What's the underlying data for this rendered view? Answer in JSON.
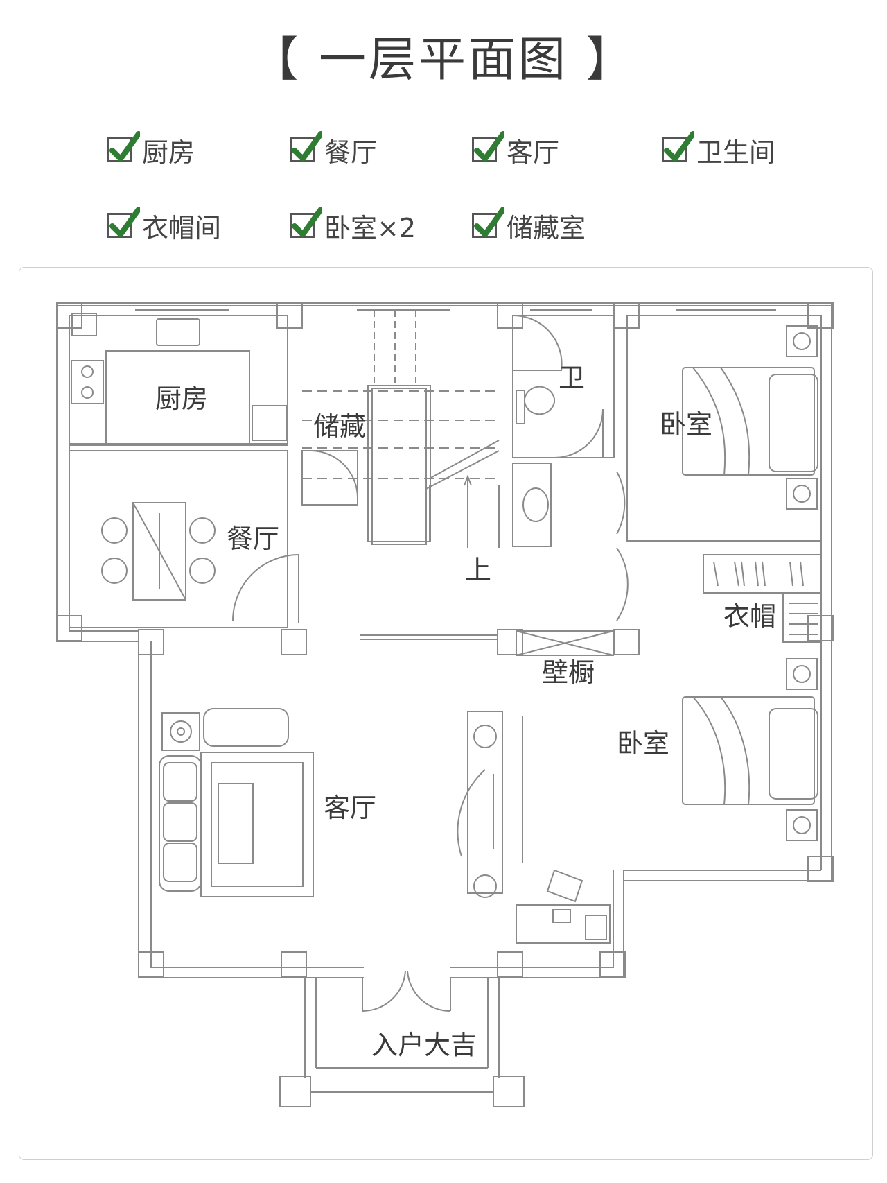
{
  "title": "【 一层平面图 】",
  "features": [
    {
      "label": "厨房",
      "icon": "checkmark-icon"
    },
    {
      "label": "餐厅",
      "icon": "checkmark-icon"
    },
    {
      "label": "客厅",
      "icon": "checkmark-icon"
    },
    {
      "label": "卫生间",
      "icon": "checkmark-icon"
    },
    {
      "label": "衣帽间",
      "icon": "checkmark-icon"
    },
    {
      "label": "卧室×2",
      "icon": "checkmark-icon"
    },
    {
      "label": "储藏室",
      "icon": "checkmark-icon"
    }
  ],
  "colors": {
    "check": "#2e7d32",
    "line": "#8a8a8a",
    "text": "#3a3a3a"
  },
  "rooms": {
    "kitchen": "厨房",
    "storage": "储藏",
    "bathroom": "卫",
    "bedroom_top": "卧室",
    "dining": "餐厅",
    "stairs_up": "上",
    "cloakroom": "衣帽",
    "closet": "壁橱",
    "bedroom_bottom": "卧室",
    "living": "客厅",
    "entrance": "入户大吉"
  }
}
